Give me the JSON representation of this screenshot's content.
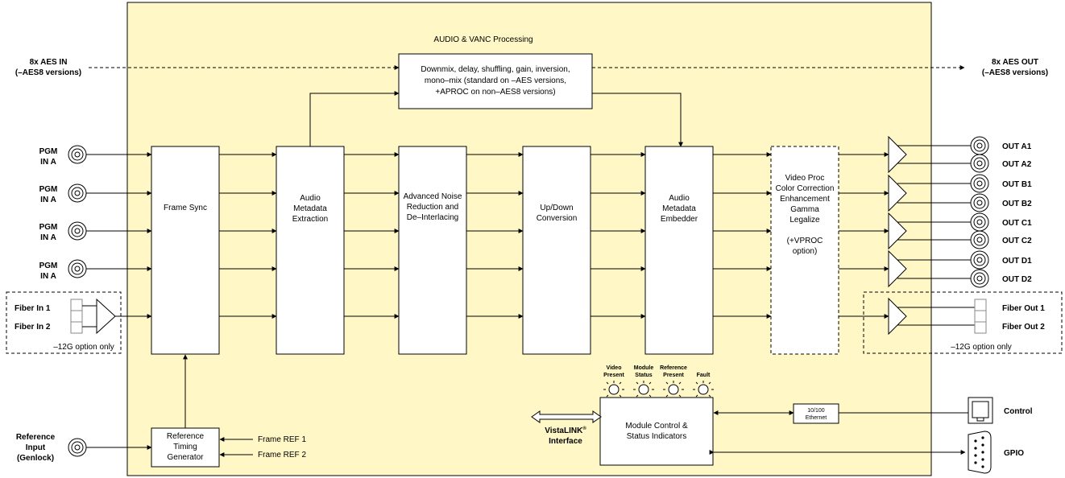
{
  "title": "AUDIO & VANC Processing",
  "aes_in": {
    "line1": "8x AES IN",
    "line2": "(–AES8 versions)"
  },
  "aes_out": {
    "line1": "8x AES OUT",
    "line2": "(–AES8 versions)"
  },
  "audio_proc": {
    "line1": "Downmix, delay, shuffling, gain, inversion,",
    "line2": "mono–mix (standard on –AES versions,",
    "line3": "+APROC on non–AES8 versions)"
  },
  "inputs": [
    {
      "line1": "PGM",
      "line2": "IN A"
    },
    {
      "line1": "PGM",
      "line2": "IN A"
    },
    {
      "line1": "PGM",
      "line2": "IN A"
    },
    {
      "line1": "PGM",
      "line2": "IN A"
    }
  ],
  "fiber_in": {
    "in1": "Fiber In 1",
    "in2": "Fiber In 2",
    "note": "–12G option only"
  },
  "fiber_out": {
    "out1": "Fiber Out 1",
    "out2": "Fiber Out 2",
    "note": "–12G option only"
  },
  "blocks": {
    "frame_sync": "Frame Sync",
    "audio_extract": [
      "Audio",
      "Metadata",
      "Extraction"
    ],
    "noise": [
      "Advanced Noise",
      "Reduction and",
      "De–Interlacing"
    ],
    "updown": [
      "Up/Down",
      "Conversion"
    ],
    "embedder": [
      "Audio",
      "Metadata",
      "Embedder"
    ],
    "video_proc": [
      "Video Proc",
      "Color Correction",
      "Enhancement",
      "Gamma",
      "Legalize",
      "",
      "(+VPROC",
      "option)"
    ],
    "ref_timing": [
      "Reference",
      "Timing",
      "Generator"
    ],
    "module_control": [
      "Module Control &",
      "Status Indicators"
    ]
  },
  "outputs": [
    "OUT A1",
    "OUT A2",
    "OUT B1",
    "OUT B2",
    "OUT C1",
    "OUT C2",
    "OUT D1",
    "OUT D2"
  ],
  "reference": {
    "line1": "Reference",
    "line2": "Input",
    "line3": "(Genlock)"
  },
  "frame_ref": [
    "Frame REF 1",
    "Frame REF 2"
  ],
  "leds": [
    {
      "line1": "Video",
      "line2": "Present"
    },
    {
      "line1": "Module",
      "line2": "Status"
    },
    {
      "line1": "Reference",
      "line2": "Present"
    },
    {
      "line1": "",
      "line2": "Fault"
    }
  ],
  "vistalink": {
    "line1": "VistaLINK",
    "reg": "®",
    "line2": "Interface"
  },
  "ethernet": {
    "line1": "10/100",
    "line2": "Ethernet"
  },
  "control": "Control",
  "gpio": "GPIO",
  "colors": {
    "panel": "#fff8c6",
    "block": "#ffffff",
    "stroke": "#000000"
  }
}
